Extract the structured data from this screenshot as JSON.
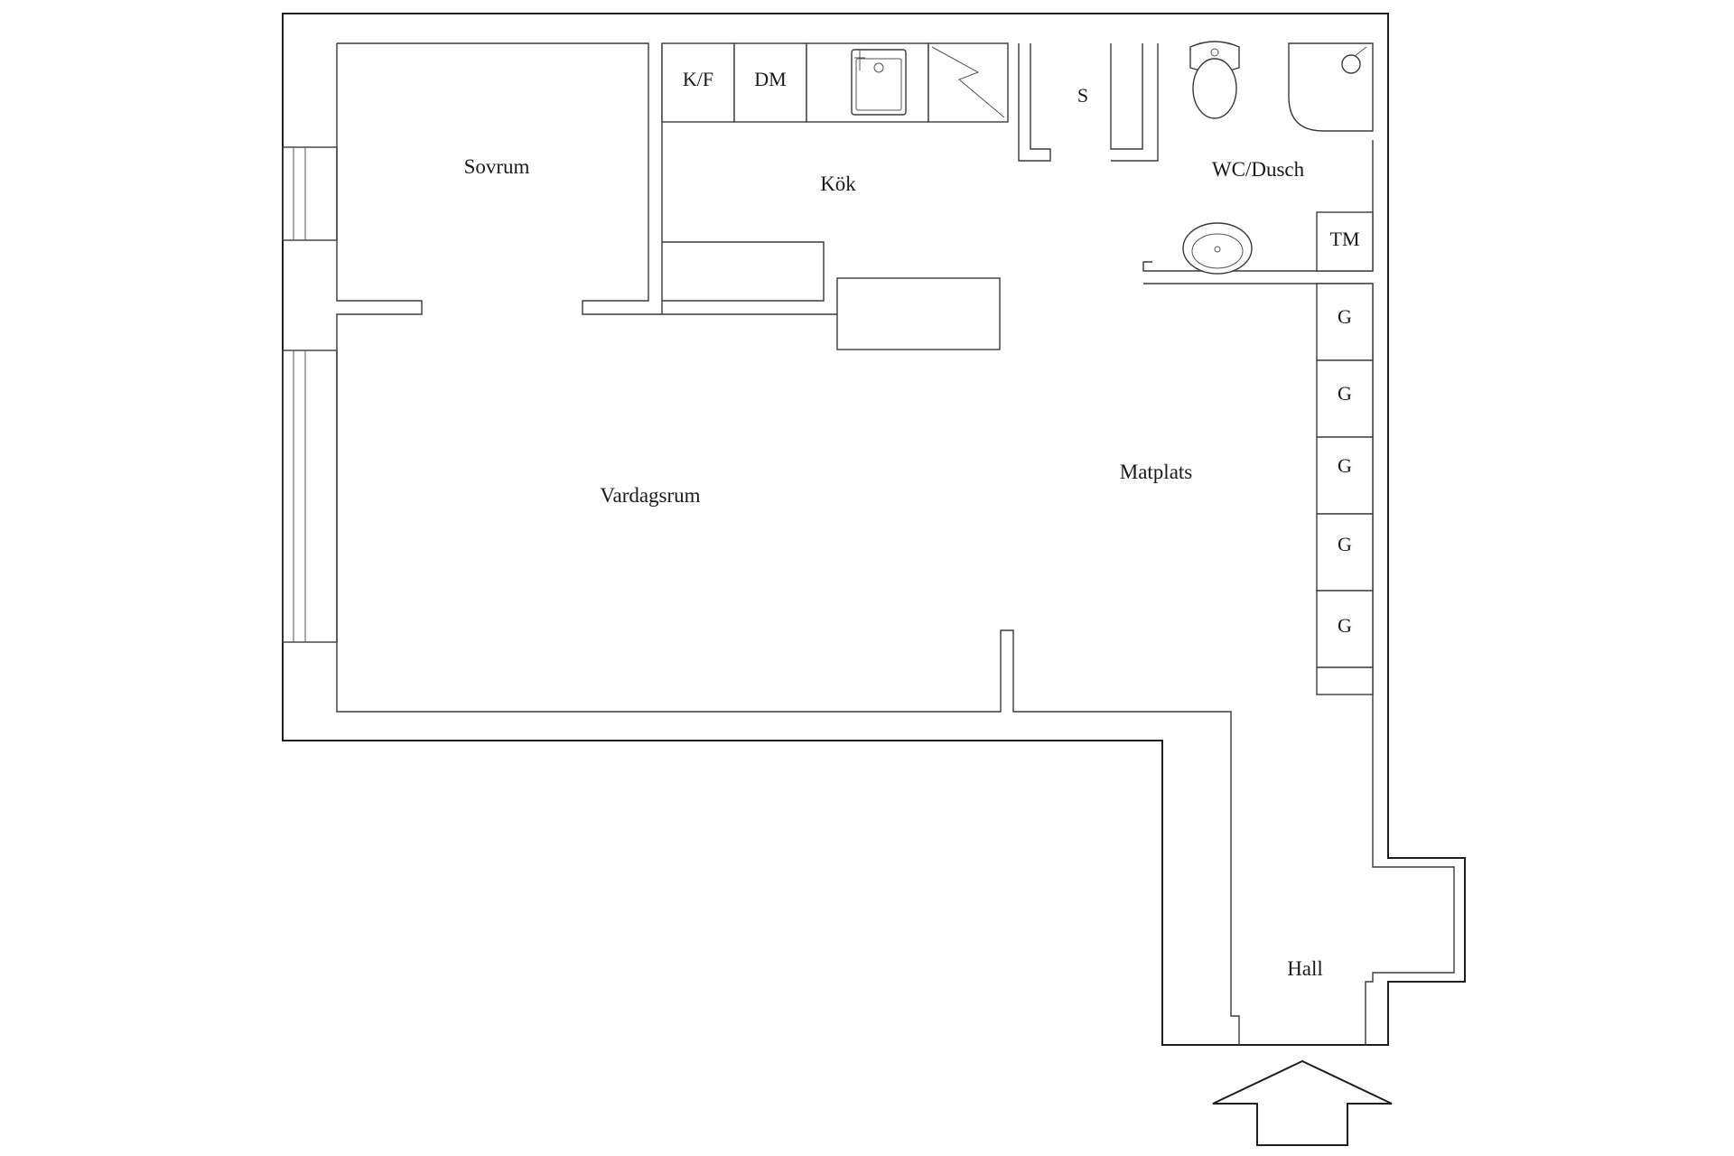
{
  "rooms": {
    "sovrum": "Sovrum",
    "kok": "Kök",
    "wc": "WC/Dusch",
    "vardagsrum": "Vardagsrum",
    "matplats": "Matplats",
    "hall": "Hall"
  },
  "fixtures": {
    "kf": "K/F",
    "dm": "DM",
    "s": "S",
    "tm": "TM",
    "g": [
      "G",
      "G",
      "G",
      "G",
      "G"
    ]
  },
  "icons": {
    "sink": "kitchen-sink-icon",
    "stove": "stove-icon",
    "toilet": "toilet-icon",
    "shower": "shower-icon",
    "washbasin": "washbasin-icon",
    "entrance": "entrance-arrow-icon"
  }
}
